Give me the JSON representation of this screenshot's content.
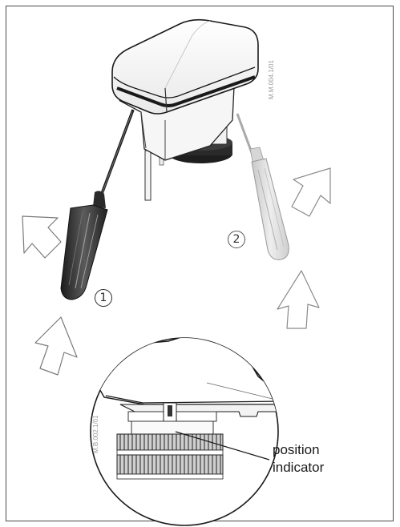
{
  "figure": {
    "step1_label": "1",
    "step2_label": "2",
    "callout_label_line1": "position",
    "callout_label_line2": "indicator",
    "ref_top": "M.M.004.1/01",
    "ref_detail": "M.B.002.1/01"
  }
}
